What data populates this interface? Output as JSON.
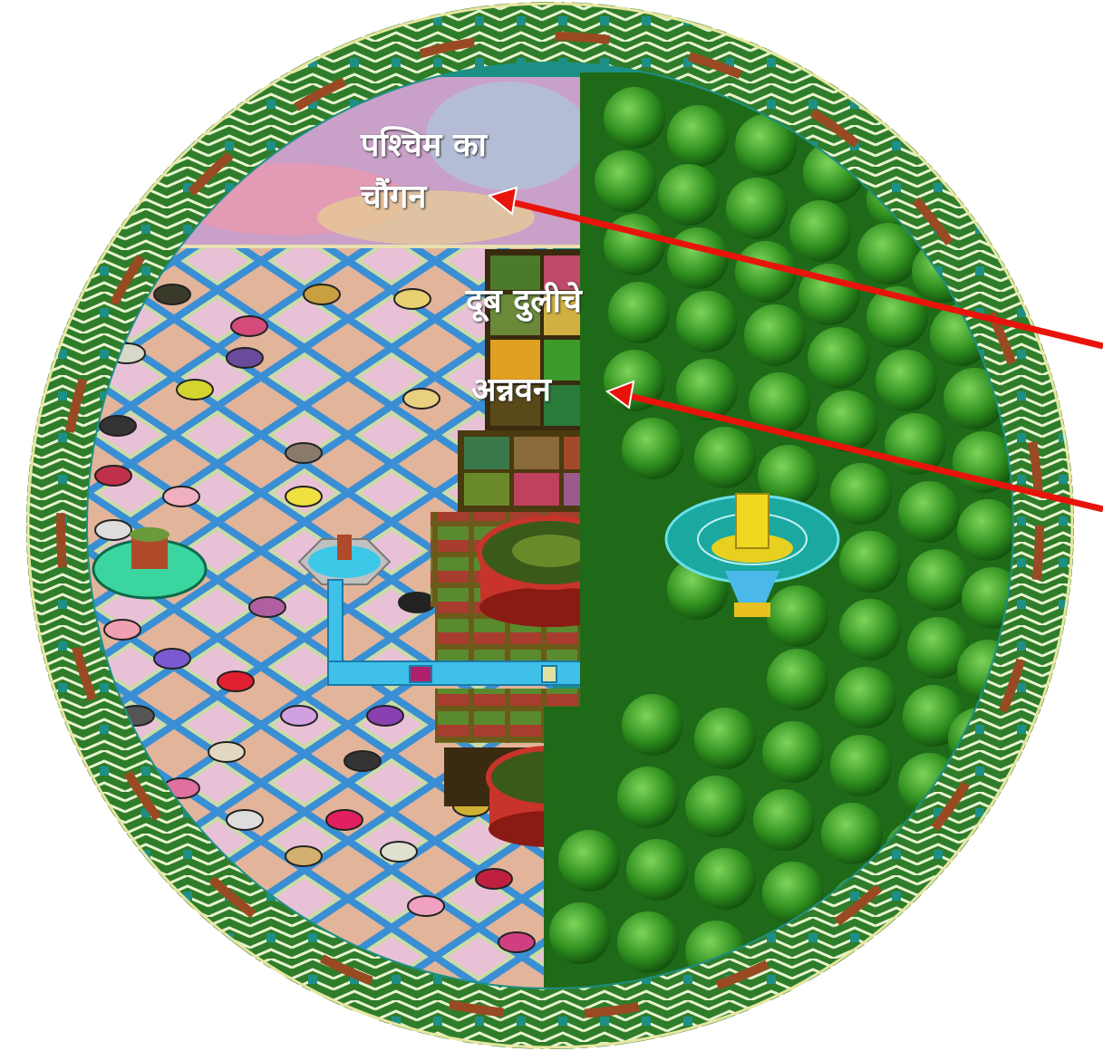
{
  "labels": {
    "west_courtyard_line1": "पश्चिम का",
    "west_courtyard_line2": "चौंगन",
    "grass_carpet": "दूब दुलीचे",
    "grain_forest": "अन्नवन"
  },
  "colors": {
    "border_green": "#2f7d2a",
    "border_teal": "#1d8f86",
    "border_rust": "#9a4a22",
    "forest_green": "#2c8a1a",
    "water_blue": "#2fb6e0",
    "arrow_red": "#e8140c",
    "label_white": "#ffffff"
  }
}
